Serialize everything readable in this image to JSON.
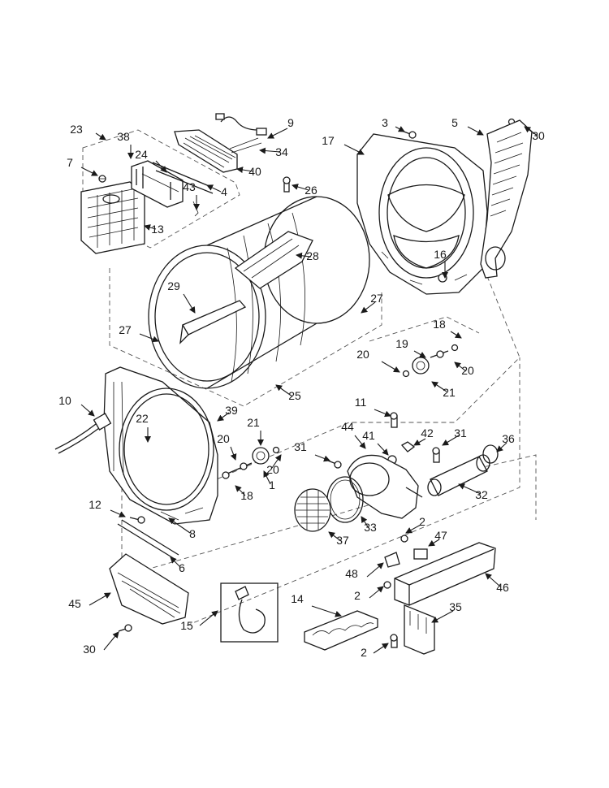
{
  "callouts": [
    "23",
    "38",
    "24",
    "7",
    "13",
    "43",
    "4",
    "9",
    "34",
    "40",
    "26",
    "3",
    "17",
    "5",
    "30",
    "16",
    "28",
    "29",
    "27",
    "27",
    "18",
    "19",
    "20",
    "20",
    "21",
    "25",
    "10",
    "39",
    "22",
    "21",
    "20",
    "20",
    "18",
    "1",
    "12",
    "8",
    "6",
    "45",
    "30",
    "15",
    "11",
    "44",
    "41",
    "42",
    "31",
    "31",
    "36",
    "32",
    "33",
    "37",
    "2",
    "47",
    "48",
    "2",
    "46",
    "14",
    "35",
    "2"
  ]
}
